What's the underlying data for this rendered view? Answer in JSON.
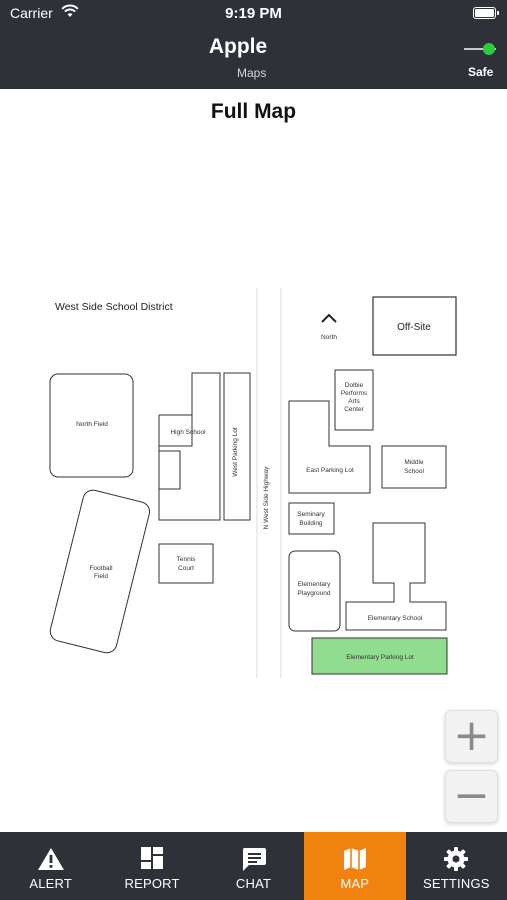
{
  "status_bar": {
    "carrier": "Carrier",
    "time": "9:19 PM",
    "battery_level": 1.0
  },
  "header": {
    "title": "Apple",
    "subtitle": "Maps",
    "safe_label": "Safe",
    "safe_status_color": "#2ecc40"
  },
  "page": {
    "title": "Full Map"
  },
  "map": {
    "district": "West Side School District",
    "compass": "North",
    "highway": "N West Side Highway",
    "buildings": {
      "north_field": "North Field",
      "high_school": "High School",
      "west_parking": "West Parking Lot",
      "football_line1": "Football",
      "football_line2": "Field",
      "tennis_line1": "Tennis",
      "tennis_line2": "Court",
      "off_site": "Off-Site",
      "dolbie_line1": "Dolbie",
      "dolbie_line2": "Performs",
      "dolbie_line3": "Arts",
      "dolbie_line4": "Center",
      "east_parking": "East Parking Lot",
      "middle_line1": "Middle",
      "middle_line2": "School",
      "seminary_line1": "Seminary",
      "seminary_line2": "Building",
      "playground_line1": "Elementary",
      "playground_line2": "Playground",
      "elementary_school": "Elementary School",
      "elementary_parking": "Elementary Parking Lot"
    },
    "highlight_color": "#90dd90"
  },
  "zoom": {
    "in_label": "+",
    "out_label": "−"
  },
  "tabs": [
    {
      "label": "ALERT",
      "icon": "alert-icon",
      "active": false
    },
    {
      "label": "REPORT",
      "icon": "report-icon",
      "active": false
    },
    {
      "label": "CHAT",
      "icon": "chat-icon",
      "active": false
    },
    {
      "label": "MAP",
      "icon": "map-icon",
      "active": true
    },
    {
      "label": "SETTINGS",
      "icon": "settings-icon",
      "active": false
    }
  ],
  "colors": {
    "bar_background": "#2e3238",
    "accent": "#f0820f"
  }
}
